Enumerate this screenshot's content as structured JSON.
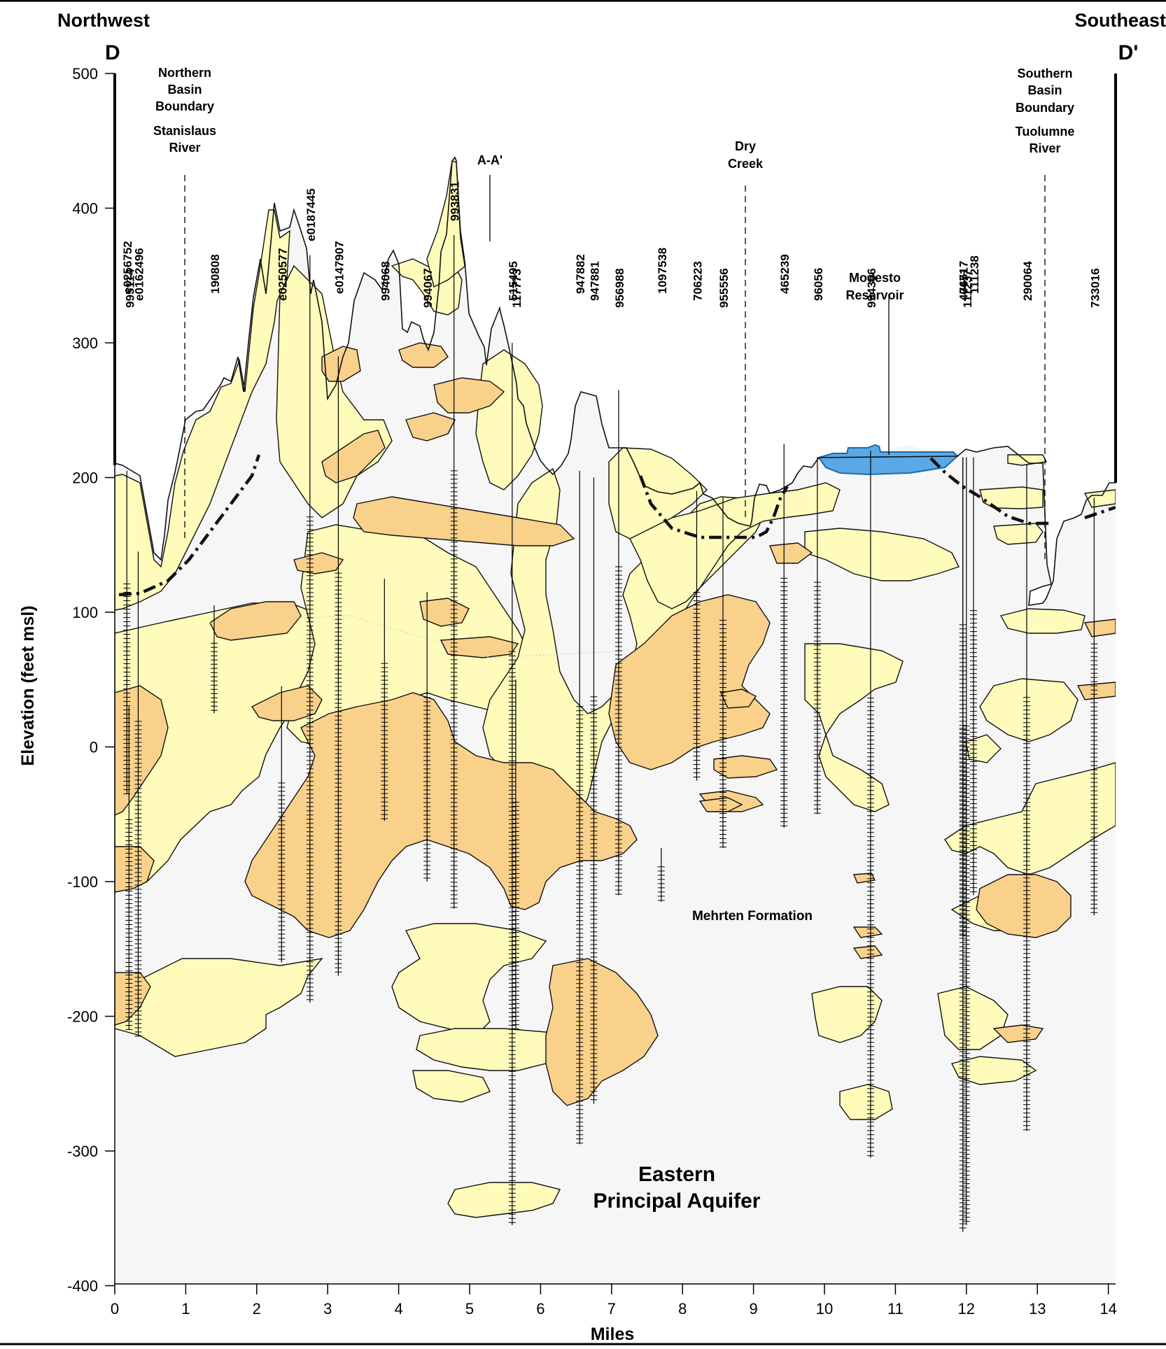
{
  "header": {
    "left_direction": "Northwest",
    "left_letter": "D",
    "right_direction": "Southeast",
    "right_letter": "D'"
  },
  "axes": {
    "y_label": "Elevation (feet msl)",
    "x_label": "Miles",
    "y_ticks": [
      "500",
      "400",
      "300",
      "200",
      "100",
      "0",
      "-100",
      "-200",
      "-300",
      "-400"
    ],
    "x_ticks": [
      "0",
      "1",
      "2",
      "3",
      "4",
      "5",
      "6",
      "7",
      "8",
      "9",
      "10",
      "11",
      "12",
      "13",
      "14"
    ]
  },
  "annotations": {
    "north_boundary": [
      "Northern",
      "Basin",
      "Boundary"
    ],
    "north_river": [
      "Stanislaus",
      "River"
    ],
    "section": "A-A'",
    "dry_creek": [
      "Dry",
      "Creek"
    ],
    "reservoir": [
      "Modesto",
      "Reservoir"
    ],
    "south_boundary": [
      "Southern",
      "Basin",
      "Boundary"
    ],
    "south_river": [
      "Tuolumne",
      "River"
    ],
    "formation": "Mehrten Formation",
    "aquifer": [
      "Eastern",
      "Principal Aquifer"
    ]
  },
  "wells": [
    {
      "id": "e0256752",
      "mile": 0.17,
      "top": 205,
      "bottom": -35
    },
    {
      "id": "e0162496",
      "mile": 0.33,
      "top": 145,
      "bottom": -215
    },
    {
      "id": "995114",
      "mile": 0.2,
      "top": 30,
      "bottom": -210
    },
    {
      "id": "190808",
      "mile": 1.4,
      "top": 105,
      "bottom": 25
    },
    {
      "id": "e0250577",
      "mile": 2.35,
      "top": 45,
      "bottom": -160
    },
    {
      "id": "e0187445",
      "mile": 2.75,
      "top": 365,
      "bottom": -190
    },
    {
      "id": "e0147907",
      "mile": 3.15,
      "top": 290,
      "bottom": -170
    },
    {
      "id": "994068",
      "mile": 3.8,
      "top": 125,
      "bottom": -55
    },
    {
      "id": "994067",
      "mile": 4.4,
      "top": 115,
      "bottom": -100
    },
    {
      "id": "993831",
      "mile": 4.78,
      "top": 380,
      "bottom": -120
    },
    {
      "id": "515495",
      "mile": 5.6,
      "top": 300,
      "bottom": -355
    },
    {
      "id": "117773",
      "mile": 5.65,
      "top": 50,
      "bottom": -210
    },
    {
      "id": "947882",
      "mile": 6.55,
      "top": 205,
      "bottom": -295
    },
    {
      "id": "947881",
      "mile": 6.75,
      "top": 200,
      "bottom": -265
    },
    {
      "id": "956988",
      "mile": 7.1,
      "top": 265,
      "bottom": -110
    },
    {
      "id": "1097538",
      "mile": 7.7,
      "top": -75,
      "bottom": -115
    },
    {
      "id": "706223",
      "mile": 8.2,
      "top": 190,
      "bottom": -25
    },
    {
      "id": "955556",
      "mile": 8.57,
      "top": 185,
      "bottom": -75
    },
    {
      "id": "465239",
      "mile": 9.43,
      "top": 225,
      "bottom": -60
    },
    {
      "id": "96056",
      "mile": 9.9,
      "top": 215,
      "bottom": -50
    },
    {
      "id": "994356",
      "mile": 10.65,
      "top": 220,
      "bottom": -305
    },
    {
      "id": "76517",
      "mile": 11.95,
      "top": 215,
      "bottom": -360
    },
    {
      "id": "40471",
      "mile": 11.95,
      "top": 215,
      "bottom": -140
    },
    {
      "id": "111237",
      "mile": 12.0,
      "top": 215,
      "bottom": -355
    },
    {
      "id": "111238",
      "mile": 12.1,
      "top": 215,
      "bottom": -110
    },
    {
      "id": "290064",
      "mile": 12.85,
      "top": 210,
      "bottom": -285
    },
    {
      "id": "733016",
      "mile": 13.8,
      "top": 185,
      "bottom": -125
    }
  ],
  "colors": {
    "background": "#ffffff",
    "formation_fill": "#f6f6f6",
    "fine_sand": "#fefbbb",
    "coarse": "#fad18b",
    "reservoir": "#5aa9e6",
    "outline": "#111111"
  }
}
